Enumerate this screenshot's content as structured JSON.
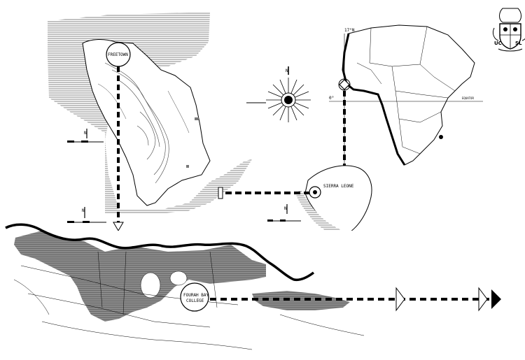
{
  "crest": {
    "left_text": "UC",
    "right_text": "SL"
  },
  "peninsula_map": {
    "label": "FREETOWN"
  },
  "africa_map": {
    "lat_label": "17°N",
    "lon_label": "0°",
    "equator_label": "EQUATOR"
  },
  "sierra_leone_map": {
    "label": "SIERRA LEONE"
  },
  "city_map": {
    "college_label_line1": "FOURAH BAY",
    "college_label_line2": "COLLEGE"
  },
  "north_arrows": {
    "label": "N"
  },
  "colors": {
    "ink": "#000000",
    "hatch": "#9a9a9a",
    "paper": "#ffffff"
  }
}
